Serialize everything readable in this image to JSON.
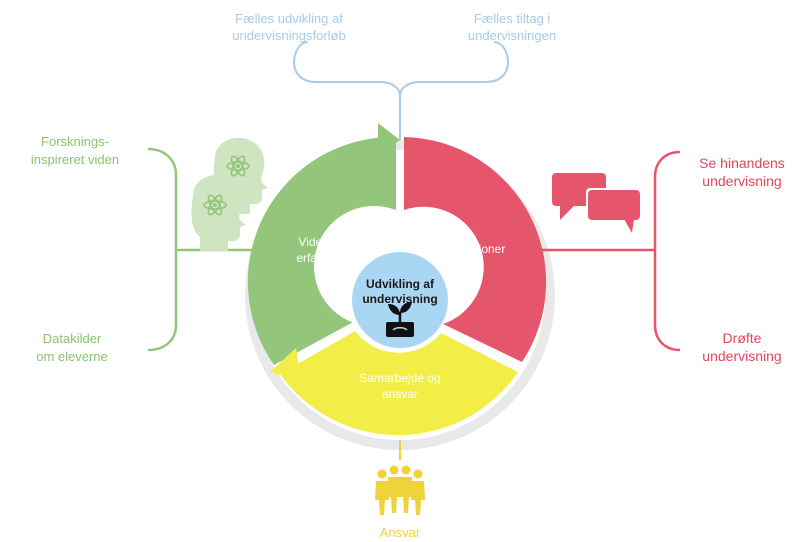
{
  "colors": {
    "green": "#93c67a",
    "green_text": "#8cc26f",
    "red": "#e5566c",
    "red_text": "#e3455e",
    "yellow": "#f3ed47",
    "yellow_text": "#f0d23a",
    "blue_text": "#a7cbe8",
    "center": "#a9d6f3",
    "track": "#e9e9e9"
  },
  "center": {
    "title_line1": "Udvikling af",
    "title_line2": "undervisning",
    "icon": "plant-sprout-icon"
  },
  "segments": {
    "green": {
      "line1": "Viden og",
      "line2": "erfaringer"
    },
    "red": {
      "line1": "Refleksioner"
    },
    "yellow": {
      "line1": "Samarbejde og",
      "line2": "ansvar"
    }
  },
  "top": {
    "left": {
      "line1": "Fælles udvikling af",
      "line2": "undervisningsforløb"
    },
    "right": {
      "line1": "Fælles tiltag i",
      "line2": "undervisningen"
    }
  },
  "left": {
    "top": {
      "line1": "Forsknings-",
      "line2": "inspireret viden"
    },
    "bottom": {
      "line1": "Datakilder",
      "line2": "om eleverne"
    },
    "icon": "heads-with-atom-icon"
  },
  "right": {
    "top": {
      "line1": "Se hinandens",
      "line2": "undervisning"
    },
    "bottom": {
      "line1": "Drøfte",
      "line2": "undervisning"
    },
    "icon": "speech-bubbles-icon"
  },
  "bottom": {
    "label": "Ansvar",
    "icon": "group-of-people-icon"
  }
}
